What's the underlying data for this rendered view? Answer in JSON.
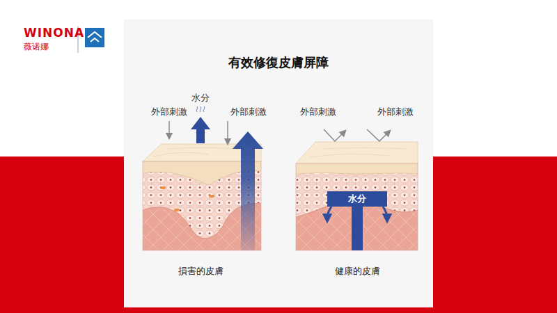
{
  "diagram": {
    "title": "有效修復皮膚屏障",
    "nodes": [
      {
        "text": [
          "水分"
        ]
      }
    ],
    "edges": [],
    "labels": [
      "WINONA",
      "薇诺娜",
      "外部刺激",
      "水分",
      "外部刺激",
      "外部刺激",
      "外部刺激",
      "損害的皮膚",
      "健康的皮膚"
    ]
  }
}
